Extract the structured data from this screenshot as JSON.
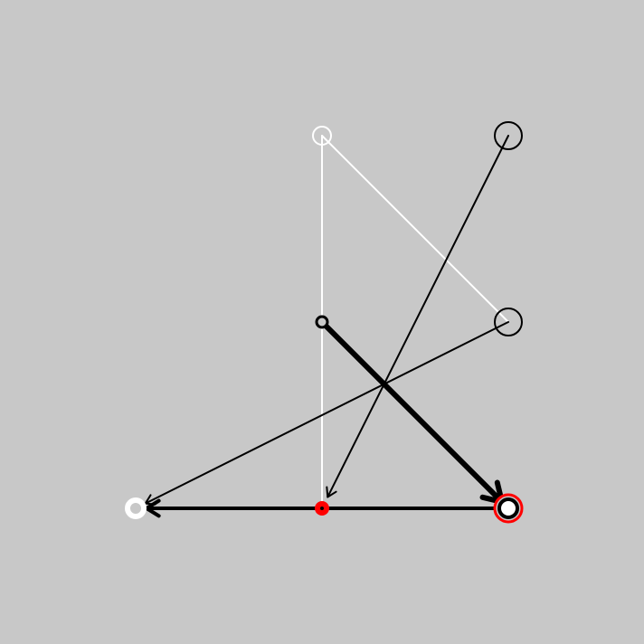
{
  "colors": {
    "background": "#c8c8c8",
    "black": "#000000",
    "white": "#ffffff",
    "red": "#ff0000"
  },
  "nodes": [
    {
      "id": "top-center",
      "shape": "circle-outline",
      "color": "#ffffff",
      "size": "small"
    },
    {
      "id": "top-right",
      "shape": "circle-outline",
      "color": "#000000",
      "size": "large"
    },
    {
      "id": "mid-center",
      "shape": "dot-ring",
      "color": "#000000",
      "size": "small"
    },
    {
      "id": "mid-right",
      "shape": "circle-outline",
      "color": "#000000",
      "size": "large"
    },
    {
      "id": "bottom-left",
      "shape": "ring-thick",
      "color": "#ffffff",
      "size": "medium"
    },
    {
      "id": "bottom-center",
      "shape": "dot",
      "color": "#ff0000",
      "size": "small"
    },
    {
      "id": "bottom-right",
      "shape": "target",
      "color": "#ff0000",
      "size": "large"
    }
  ],
  "edges": [
    {
      "from": "top-center",
      "to": "bottom-center",
      "color": "#ffffff",
      "weight": "thin",
      "arrow": false
    },
    {
      "from": "top-center",
      "to": "mid-right",
      "color": "#ffffff",
      "weight": "thin",
      "arrow": false
    },
    {
      "from": "top-right",
      "to": "bottom-center",
      "color": "#000000",
      "weight": "thin",
      "arrow": true
    },
    {
      "from": "mid-right",
      "to": "bottom-left",
      "color": "#000000",
      "weight": "thin",
      "arrow": true
    },
    {
      "from": "mid-center",
      "to": "bottom-right",
      "color": "#000000",
      "weight": "thick",
      "arrow": true
    },
    {
      "from": "bottom-right",
      "to": "bottom-left",
      "color": "#000000",
      "weight": "medium",
      "arrow": true
    }
  ]
}
